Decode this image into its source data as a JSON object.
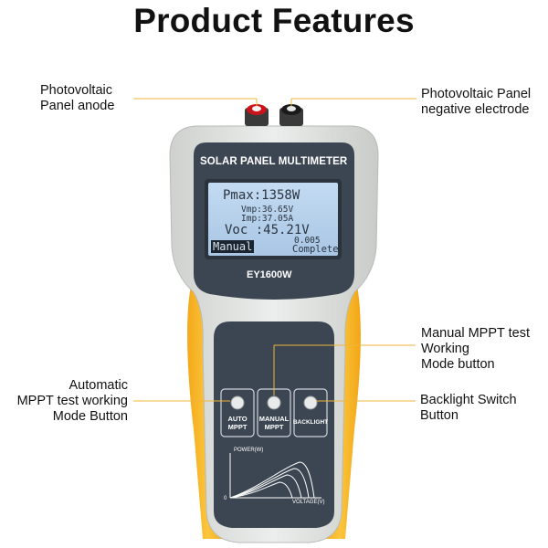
{
  "title": "Product Features",
  "callouts": {
    "anode": [
      "Photovoltaic",
      "Panel anode"
    ],
    "negative": [
      "Photovoltaic Panel",
      "negative electrode"
    ],
    "manual_mode": [
      "Manual MPPT test",
      "Working",
      "Mode button"
    ],
    "auto_mode": [
      "Automatic",
      "MPPT test working",
      "Mode Button"
    ],
    "backlight": [
      "Backlight Switch",
      "Button"
    ]
  },
  "device": {
    "panel_title": "SOLAR PANEL MULTIMETER",
    "model": "EY1600W",
    "lcd": {
      "pmax": "Pmax:1358W",
      "vmp": "Vmp:36.65V",
      "imp": "Imp:37.05A",
      "voc": "Voc :45.21V",
      "mode": "Manual",
      "small_value": "0.005",
      "status": "Complete"
    },
    "buttons": {
      "auto": [
        "AUTO",
        "MPPT"
      ],
      "manual": [
        "MANUAL",
        "MPPT"
      ],
      "backlight": [
        "BACKLIGHT"
      ]
    },
    "graph": {
      "y_label": "POWER(W)",
      "x_label": "VOLTAGE(V)",
      "origin": "0"
    }
  },
  "colors": {
    "body_gray": "#d9dbd8",
    "panel_dark": "#3c4652",
    "accent_yellow": "#f6b21c",
    "lcd_blue": "#b8d2ec",
    "leader_line": "#f0b43a"
  }
}
